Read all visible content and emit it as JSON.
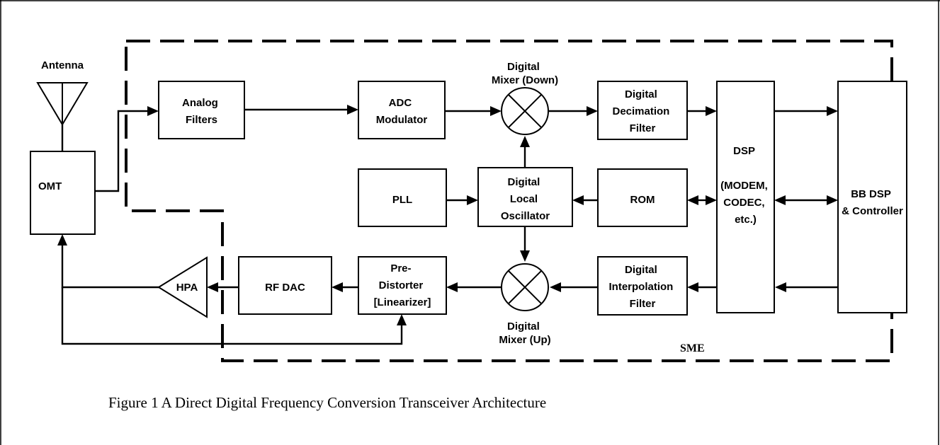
{
  "diagram": {
    "antenna": "Antenna",
    "omt": "OMT",
    "analog_filters": [
      "Analog",
      "Filters"
    ],
    "adc": [
      "ADC",
      "Modulator"
    ],
    "mixer_down": [
      "Digital",
      "Mixer (Down)"
    ],
    "decimation": [
      "Digital",
      "Decimation",
      "Filter"
    ],
    "pll": "PLL",
    "lo": [
      "Digital",
      "Local",
      "Oscillator"
    ],
    "rom": "ROM",
    "dsp": [
      "DSP",
      "",
      "(MODEM,",
      "CODEC,",
      "etc.)"
    ],
    "bb": [
      "BB DSP",
      "& Controller"
    ],
    "interpolation": [
      "Digital",
      "Interpolation",
      "Filter"
    ],
    "mixer_up": [
      "Digital",
      "Mixer (Up)"
    ],
    "predistorter": [
      "Pre-",
      "Distorter",
      "[Linearizer]"
    ],
    "rfdac": "RF DAC",
    "hpa": "HPA",
    "sme": "SME"
  },
  "caption": "Figure 1 A Direct Digital Frequency Conversion Transceiver Architecture"
}
